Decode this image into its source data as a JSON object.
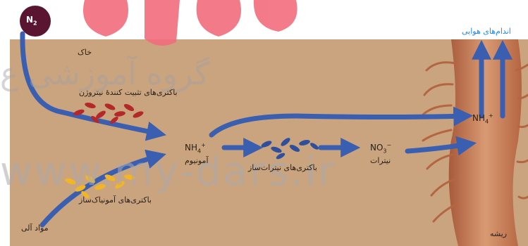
{
  "labels": {
    "n2": "N",
    "n2_sub": "2",
    "soil": "خاک",
    "fixing_bacteria": "باکتری‌های تثبیت کنندهٔ نیتروژن",
    "ammonifying_bacteria": "باکتری‌های آمونیاک‌ساز",
    "organic_matter": "مواد آلی",
    "ammonium_formula_main": "NH",
    "ammonium_formula_sub": "4",
    "ammonium_formula_sup": "+",
    "ammonium_name": "آمونیوم",
    "nitrifying_bacteria": "باکتری‌های نیترات‌ساز",
    "nitrate_formula_main": "NO",
    "nitrate_formula_sub": "3",
    "nitrate_formula_sup": "−",
    "nitrate_name": "نیترات",
    "root_ammonium_main": "NH",
    "root_ammonium_sub": "4",
    "root_ammonium_sup": "+",
    "aerial_parts": "اندام‌های هوایی",
    "root": "ریشه"
  },
  "watermark": {
    "url_text": "www.my-dars.ir",
    "brand_text": "گروه آموزشی ع"
  },
  "colors": {
    "soil": "#c9a47f",
    "arrow": "#3b5fb0",
    "root": "#c77d55",
    "fixing_bacteria": "#b4282a",
    "ammonifying_bacteria": "#f2b526",
    "nitrifying_bacteria": "#2f4f9c",
    "n2_circle": "#5a1530",
    "logo_pink": "#f26d7d",
    "title_blue": "#1e88e5"
  }
}
